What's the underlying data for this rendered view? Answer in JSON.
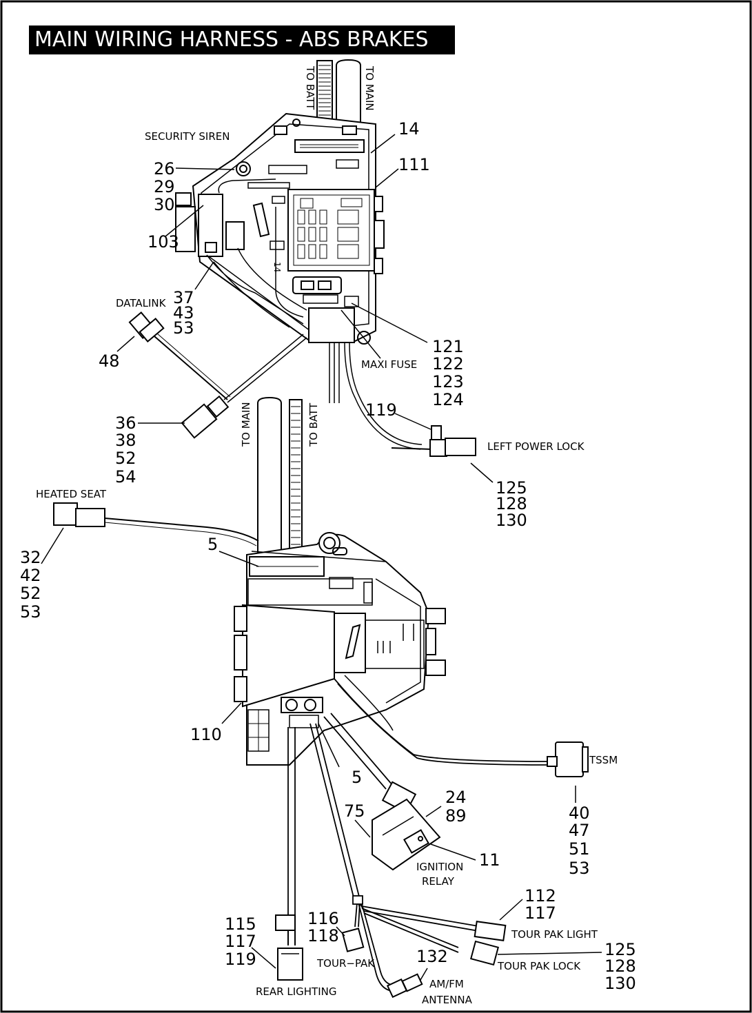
{
  "title": "MAIN WIRING HARNESS - ABS BRAKES",
  "labels": {
    "to_batt_top": "TO BATT",
    "to_main_top": "TO MAIN",
    "security_siren": "SECURITY SIREN",
    "datalink": "DATALINK",
    "maxi_fuse": "MAXI FUSE",
    "left_power_lock": "LEFT POWER LOCK",
    "to_main_mid": "TO MAIN",
    "to_batt_mid": "TO BATT",
    "heated_seat": "HEATED SEAT",
    "tssm": "TSSM",
    "ignition": "IGNITION",
    "relay": "RELAY",
    "tour_pak_light": "TOUR PAK LIGHT",
    "tour_pak_lock": "TOUR PAK LOCK",
    "tour_pak": "TOUR−PAK",
    "rear_lighting": "REAR LIGHTING",
    "am_fm": "AM/FM",
    "antenna": "ANTENNA",
    "fuse_marking": "14"
  },
  "callouts": {
    "c14": [
      "14"
    ],
    "c111": [
      "111"
    ],
    "c26": [
      "26",
      "29",
      "30"
    ],
    "c103": [
      "103"
    ],
    "c37": [
      "37",
      "43",
      "53"
    ],
    "c48": [
      "48"
    ],
    "c121": [
      "121",
      "122",
      "123",
      "124"
    ],
    "c119": [
      "119"
    ],
    "c36": [
      "36",
      "38",
      "52",
      "54"
    ],
    "c125a": [
      "125",
      "128",
      "130"
    ],
    "c32": [
      "32",
      "42",
      "52",
      "53"
    ],
    "c5a": [
      "5"
    ],
    "c110": [
      "110"
    ],
    "c5b": [
      "5"
    ],
    "c24": [
      "24",
      "89"
    ],
    "c75": [
      "75"
    ],
    "c11": [
      "11"
    ],
    "c40": [
      "40",
      "47",
      "51",
      "53"
    ],
    "c112": [
      "112",
      "117"
    ],
    "c125b": [
      "125",
      "128",
      "130"
    ],
    "c132": [
      "132"
    ],
    "c116": [
      "116",
      "118"
    ],
    "c115": [
      "115",
      "117",
      "119"
    ]
  }
}
